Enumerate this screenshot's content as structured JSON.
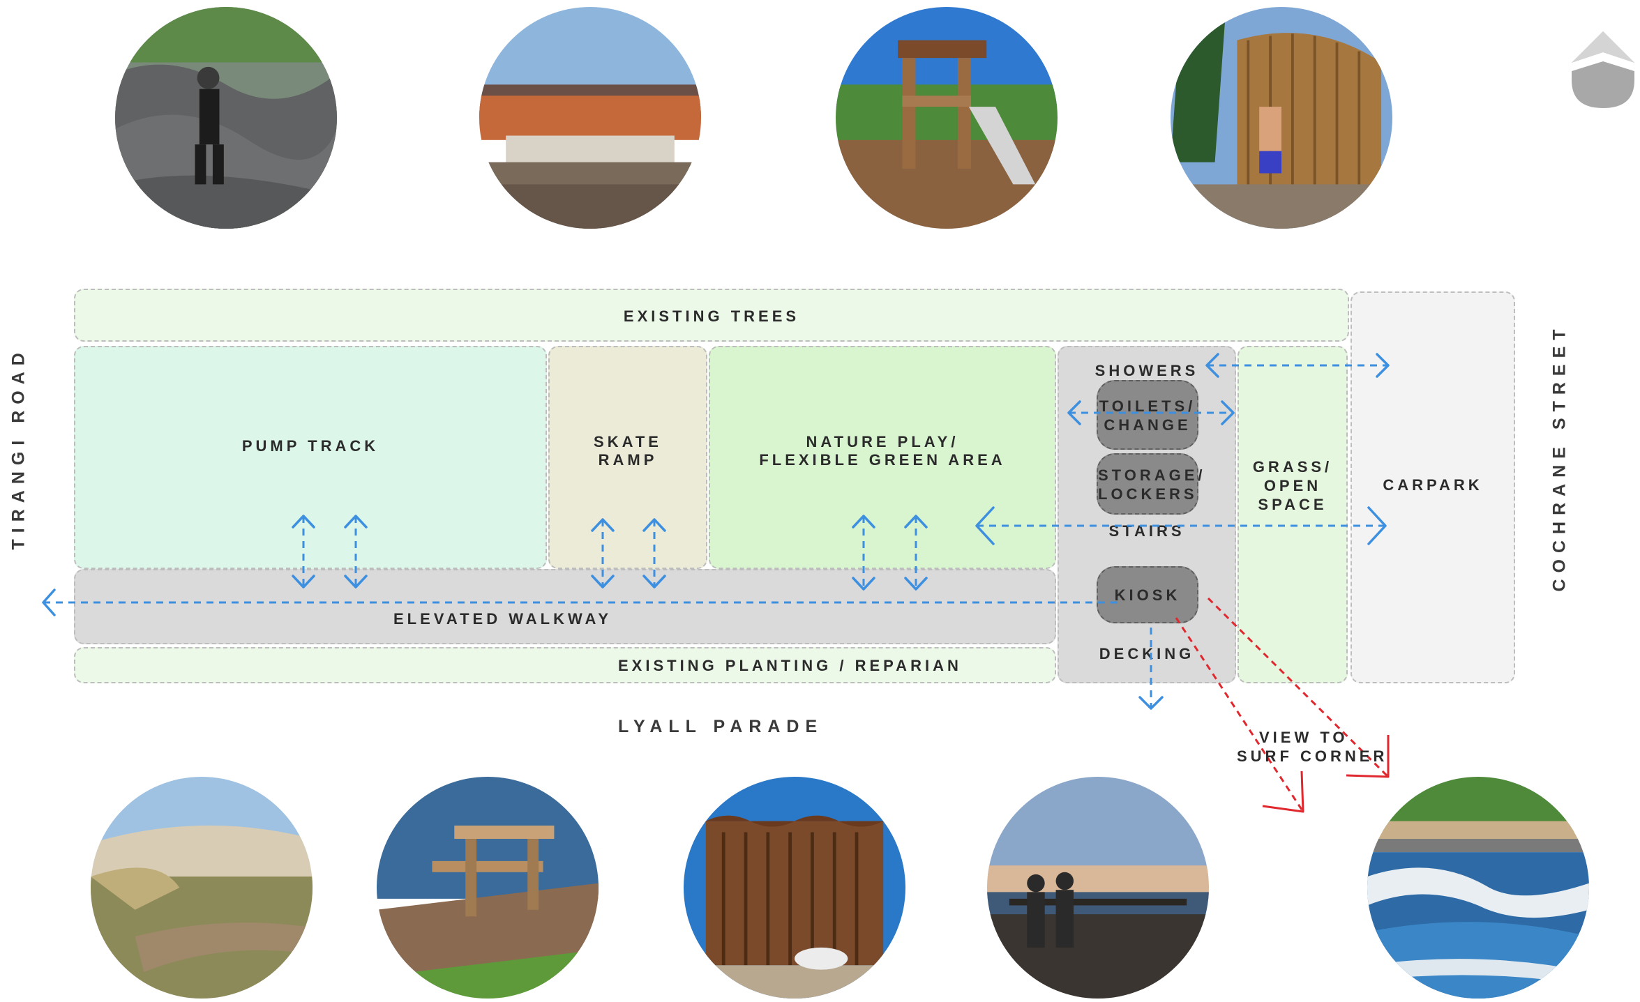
{
  "zones": {
    "existing_trees": "EXISTING TREES",
    "pump_track": "PUMP TRACK",
    "skate_ramp_1": "SKATE",
    "skate_ramp_2": "RAMP",
    "nature_play_1": "NATURE PLAY/",
    "nature_play_2": "FLEXIBLE GREEN AREA",
    "showers": "SHOWERS",
    "toilets_1": "TOILETS/",
    "toilets_2": "CHANGE",
    "storage_1": "STORAGE/",
    "storage_2": "LOCKERS",
    "stairs": "STAIRS",
    "kiosk": "KIOSK",
    "decking": "DECKING",
    "grass_1": "GRASS/",
    "grass_2": "OPEN",
    "grass_3": "SPACE",
    "carpark": "CARPARK",
    "elevated_walkway": "ELEVATED WALKWAY",
    "existing_planting": "EXISTING PLANTING / REPARIAN",
    "view_1": "VIEW TO",
    "view_2": "SURF CORNER"
  },
  "roads": {
    "west": "TIRANGI ROAD",
    "east": "COCHRANE STREET",
    "south": "LYALL PARADE"
  },
  "colors": {
    "light_green": "#ecf9e8",
    "pump_track": "#dcf7ea",
    "skate_ramp": "#ebebd8",
    "nature_play": "#d9f5d0",
    "grey_zone": "#dadada",
    "pod": "#8a8a8a",
    "grass": "#e6f7df",
    "carpark": "#f3f3f3",
    "blue_arrow": "#3d8fe0",
    "red_arrow": "#e0282f"
  }
}
